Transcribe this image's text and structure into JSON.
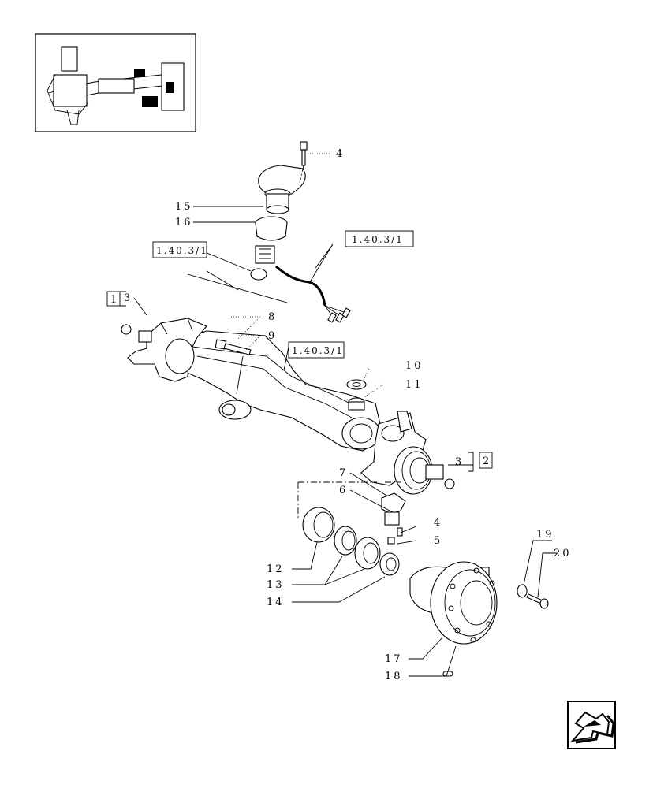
{
  "callouts": {
    "c4a": "4",
    "c15": "15",
    "c16": "16",
    "c3a": "3",
    "c8": "8",
    "c9": "9",
    "c10": "10",
    "c11": "11",
    "c7": "7",
    "c6": "6",
    "c3b": "3",
    "c4b": "4",
    "c5": "5",
    "c12": "12",
    "c13": "13",
    "c14": "14",
    "c17": "17",
    "c18": "18",
    "c19": "19",
    "c20": "20"
  },
  "refs": {
    "ref_left": "1.40.3/1",
    "ref_right": "1.40.3/1",
    "ref_mid": "1.40.3/1",
    "box1": "1",
    "box2": "2"
  },
  "nav": {
    "icon": "next-page-arrow-icon"
  }
}
